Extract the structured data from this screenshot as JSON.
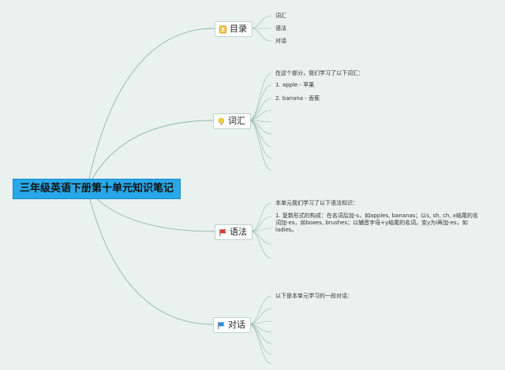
{
  "root": {
    "label": "三年级英语下册第十单元知识笔记"
  },
  "branches": [
    {
      "label": "目录",
      "icon": "document-icon",
      "items": [
        "词汇",
        "语法",
        "对话"
      ]
    },
    {
      "label": "词汇",
      "icon": "lightbulb-icon",
      "items": [
        "在这个部分，我们学习了以下词汇：",
        "1. apple - 苹果",
        "2. banana - 香蕉"
      ]
    },
    {
      "label": "语法",
      "icon": "red-flag-icon",
      "items": [
        "本单元我们学习了以下语法知识：",
        "1. 复数形式的构成：在名词后加-s，如apples, bananas；以s, sh, ch, x结尾的名词加-es，如boxes, brushes；以辅音字母+y结尾的名词，变y为i再加-es，如ladies。"
      ]
    },
    {
      "label": "对话",
      "icon": "blue-flag-icon",
      "items": [
        "以下是本单元学习的一段对话："
      ]
    }
  ],
  "colors": {
    "root_fill": "#28a8e8",
    "link_line": "#8fb8a8",
    "flag_red": "#e03a2f",
    "flag_blue": "#1f8fe0",
    "bulb": "#f2d23a",
    "doc": "#f0c84a"
  }
}
